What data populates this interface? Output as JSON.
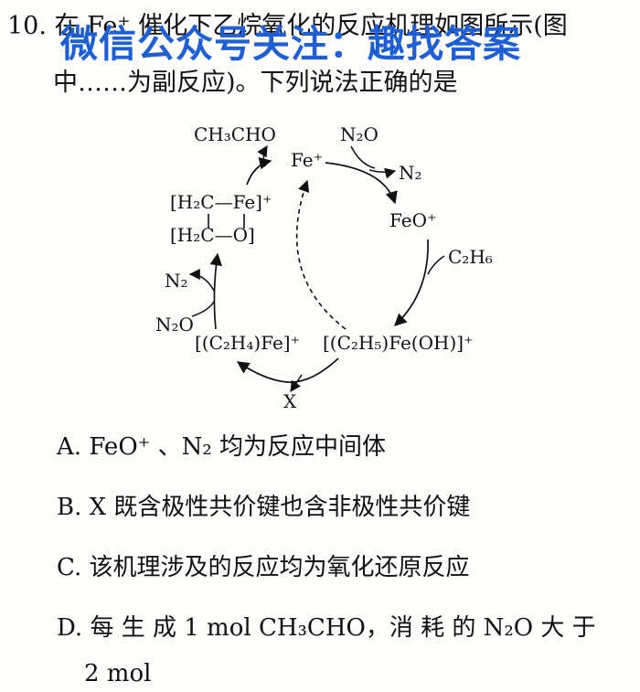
{
  "question": {
    "number": "10.",
    "stem_line1": "在 Fe⁺ 催化下乙烷氧化的反应机理如图所示(图",
    "stem_line2": "中……为副反应)。下列说法正确的是"
  },
  "watermark": "微信公众号关注：趣找答案",
  "diagram": {
    "ch3cho": "CH₃CHO",
    "fe_plus": "Fe⁺",
    "n2o_top": "N₂O",
    "n2_top": "N₂",
    "feo_plus": "FeO⁺",
    "c2h6": "C₂H₆",
    "c2h5feoh": "[(C₂H₅)Fe(OH)]⁺",
    "c2h4fe": "[(C₂H₄)Fe]⁺",
    "n2_left": "N₂",
    "n2o_left": "N₂O",
    "x_product": "X",
    "complex_row1": "[H₂C—Fe]⁺",
    "complex_row2": "[H₂C—O]"
  },
  "options": [
    {
      "label": "A.",
      "text": "FeO⁺ 、N₂ 均为反应中间体"
    },
    {
      "label": "B.",
      "text": "X 既含极性共价键也含非极性共价键"
    },
    {
      "label": "C.",
      "text": "该机理涉及的反应均为氧化还原反应"
    },
    {
      "label": "D.",
      "text": "每 生 成 1 mol CH₃CHO，消 耗 的 N₂O 大 于",
      "continuation": "2 mol"
    }
  ]
}
